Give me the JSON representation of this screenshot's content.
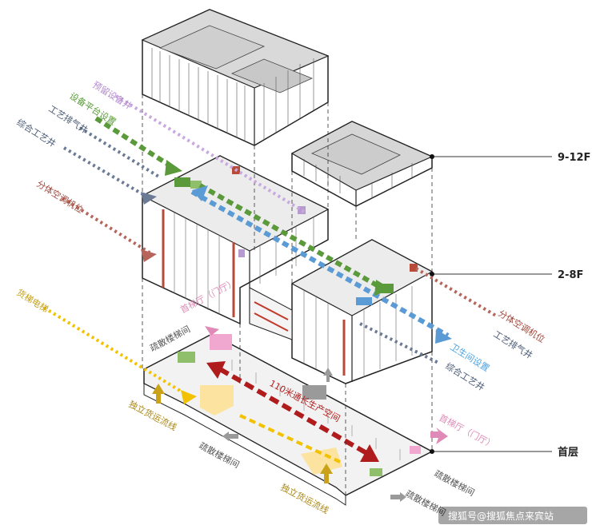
{
  "floors": {
    "upper": "9-12F",
    "middle": "2-8F",
    "ground": "首层"
  },
  "labels": {
    "reserved_shaft": "预留设备井",
    "equipment_platform": "设备平台设置",
    "process_exhaust_shaft": "工艺排气井",
    "integrated_process_shaft": "综合工艺井",
    "split_ac_unit": "分体空调机位",
    "freight_elevator": "货梯电梯",
    "lobby": "首梯厅（门厅）",
    "evac_stair": "疏散楼梯间",
    "production_space": "110米通长生产空间",
    "logistics_line": "独立货运流线",
    "restroom": "卫生间设置"
  },
  "colors": {
    "reserved_shaft": "#c9a8e0",
    "equipment_platform": "#5a9a3a",
    "process_exhaust_shaft": "#5b9bd5",
    "integrated_process_shaft": "#6b7b95",
    "split_ac_unit": "#b5655a",
    "freight_elevator": "#f2c200",
    "lobby": "#e08ab8",
    "evac_stair": "#8a8a8a",
    "production_space": "#b01c1c",
    "logistics_line": "#c9a21a",
    "restroom": "#4fa3e0"
  },
  "watermark": "搜狐号@搜狐焦点来宾站"
}
